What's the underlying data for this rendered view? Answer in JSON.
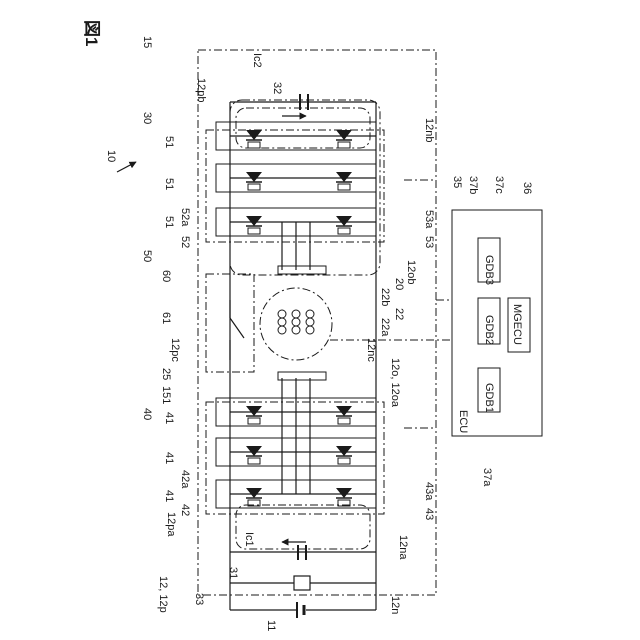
{
  "figure": {
    "title": "図1"
  },
  "labels": {
    "ref_10": "10",
    "ref_15": "15",
    "ref_30": "30",
    "ref_50": "50",
    "ref_60": "60",
    "ref_61": "61",
    "ref_25": "25",
    "ref_151": "151",
    "ref_40": "40",
    "ref_12pb": "12pb",
    "ref_12pc": "12pc",
    "ref_12pa": "12pa",
    "ref_12p": "12, 12p",
    "ref_11": "11",
    "ref_33": "33",
    "ref_31": "31",
    "ref_ic1": "Ic1",
    "ref_ic2": "Ic2",
    "ref_32": "32",
    "ref_12nb": "12nb",
    "ref_12ob": "12ob",
    "ref_20": "20",
    "ref_22b": "22b",
    "ref_22": "22",
    "ref_22a": "22a",
    "ref_12nc": "12nc",
    "ref_12o": "12o, 12oa",
    "ref_12na": "12na",
    "ref_12n": "12n",
    "ref_43": "43",
    "ref_43a": "43a",
    "ref_53": "53",
    "ref_53a": "53a",
    "ref_35": "35",
    "ref_37b": "37b",
    "ref_37c": "37c",
    "ref_36": "36",
    "ref_37a": "37a",
    "ref_51": "51",
    "ref_52a": "52a",
    "ref_52": "52",
    "ref_41": "41",
    "ref_42a": "42a",
    "ref_42": "42"
  },
  "blocks": {
    "gdb1": "GDB1",
    "gdb2": "GDB2",
    "gdb3": "GDB3",
    "mgecu": "MGECU",
    "ecu": "ECU"
  }
}
